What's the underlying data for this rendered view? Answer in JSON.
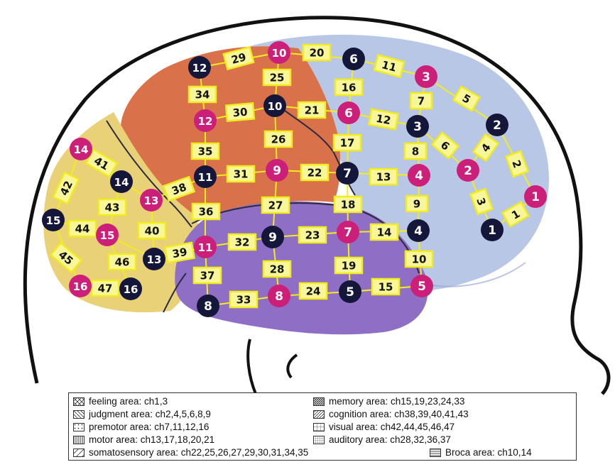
{
  "probes": {
    "emitters": [
      "1",
      "2",
      "3",
      "4",
      "5",
      "6",
      "7",
      "8",
      "9",
      "10",
      "11",
      "12",
      "13",
      "14",
      "15",
      "16"
    ],
    "detectors": [
      "1",
      "2",
      "3",
      "4",
      "5",
      "6",
      "7",
      "8",
      "9",
      "10",
      "11",
      "12",
      "13",
      "14",
      "15",
      "16"
    ]
  },
  "channels": [
    "1",
    "2",
    "3",
    "4",
    "5",
    "6",
    "7",
    "8",
    "9",
    "10",
    "11",
    "12",
    "13",
    "14",
    "15",
    "16",
    "17",
    "18",
    "19",
    "20",
    "21",
    "22",
    "23",
    "24",
    "25",
    "26",
    "27",
    "28",
    "29",
    "30",
    "31",
    "32",
    "33",
    "34",
    "35",
    "36",
    "37",
    "38",
    "39",
    "40",
    "41",
    "42",
    "43",
    "44",
    "45",
    "46",
    "47"
  ],
  "legend": [
    {
      "label": "feeling area: ch1,3",
      "pattern": "cross"
    },
    {
      "label": "memory area: ch15,19,23,24,33",
      "pattern": "crossdense"
    },
    {
      "label": "judgment area: ch2,4,5,6,8,9",
      "pattern": "back"
    },
    {
      "label": "cognition area: ch38,39,40,41,43",
      "pattern": "fwd"
    },
    {
      "label": "premotor area: ch7,11,12,16",
      "pattern": "dots"
    },
    {
      "label": "visual area: ch42,44,45,46,47",
      "pattern": "grid"
    },
    {
      "label": "motor area: ch13,17,18,20,21",
      "pattern": "vert"
    },
    {
      "label": "auditory area: ch28,32,36,37",
      "pattern": "griddense"
    },
    {
      "label": "somatosensory area: ch22,25,26,27,29,30,31,34,35",
      "pattern": "diag"
    },
    {
      "label": "Broca area: ch10,14",
      "pattern": "horiz"
    }
  ],
  "colors": {
    "emitter": "#cc1f7a",
    "detector": "#14163a",
    "channel_fill": "#f7f79a",
    "channel_stroke": "#f2ec1e",
    "frontal": "#e8d176",
    "premotor": "#d9714a",
    "parietal": "#c9c7e0",
    "temporal": "#8f6fc6",
    "occipital": "#b9c7e6"
  }
}
